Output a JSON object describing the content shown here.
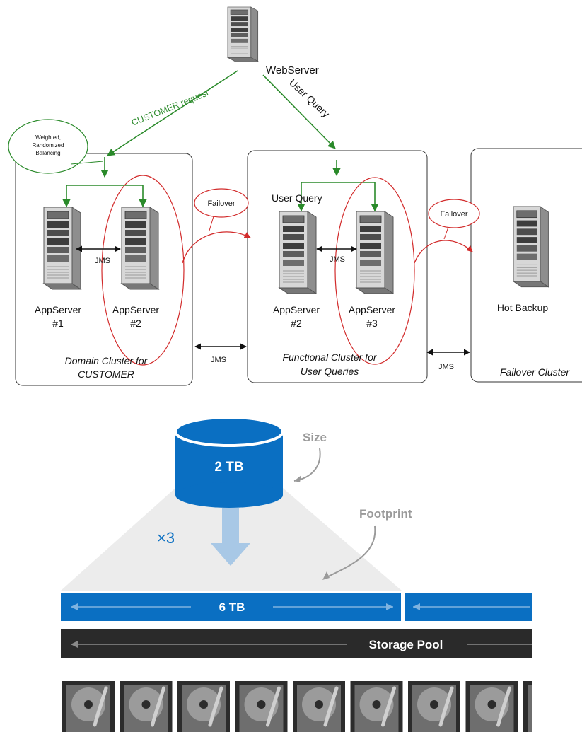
{
  "top": {
    "webserver": "WebServer",
    "customer_request": "CUSTOMER request",
    "user_query_diag": "User Query",
    "balancing": [
      "Weighted,",
      "Randomized",
      "Balancing"
    ],
    "domain_cluster": {
      "server1": [
        "AppServer",
        "#1"
      ],
      "server2": [
        "AppServer",
        "#2"
      ],
      "jms": "JMS",
      "caption": [
        "Domain Cluster for",
        "CUSTOMER"
      ]
    },
    "functional_cluster": {
      "user_query": "User Query",
      "server1": [
        "AppServer",
        "#2"
      ],
      "server2": [
        "AppServer",
        "#3"
      ],
      "jms": "JMS",
      "caption": [
        "Functional Cluster for",
        "User Queries"
      ]
    },
    "failover_cluster": {
      "server": "Hot Backup",
      "caption": "Failover Cluster"
    },
    "failover1": "Failover",
    "failover2": "Failover",
    "jms_between_1": "JMS",
    "jms_between_2": "JMS",
    "colors": {
      "green": "#2a8a2a",
      "red": "#d22b2b",
      "box": "#333333"
    }
  },
  "bottom": {
    "volume_size": "2 TB",
    "size_label": "Size",
    "multiplier": "×3",
    "footprint_label": "Footprint",
    "footprint_size": "6 TB",
    "pool_label": "Storage Pool",
    "disk_count": 9,
    "colors": {
      "blue": "#0a6fc2",
      "dark": "#2a2a2a",
      "gray": "#9a9a9a",
      "arrow": "#a8c8e6"
    }
  }
}
